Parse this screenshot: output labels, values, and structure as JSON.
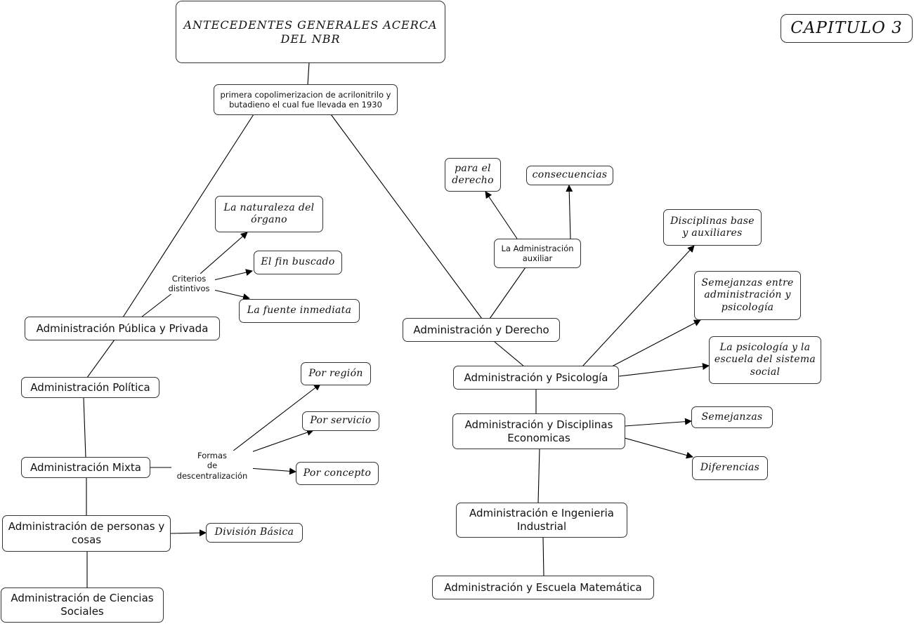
{
  "chapter": "CAPITULO 3",
  "nodes": {
    "title": "ANTECEDENTES GENERALES ACERCA DEL NBR",
    "primera": "primera copolimerizacion de acrilonitrilo y butadieno el cual fue llevada en 1930",
    "adm_publica": "Administración Pública y Privada",
    "adm_politica": "Administración Política",
    "adm_mixta": "Administración Mixta",
    "adm_personas": "Administración de personas y cosas",
    "adm_ciencias": "Administración de Ciencias Sociales",
    "naturaleza": "La naturaleza del órgano",
    "fin": "El fin buscado",
    "fuente": "La fuente inmediata",
    "por_region": "Por región",
    "por_servicio": "Por servicio",
    "por_concepto": "Por concepto",
    "division": "División Básica",
    "adm_derecho": "Administración y Derecho",
    "adm_auxiliar": "La Administración auxiliar",
    "para_derecho": "para el derecho",
    "consecuencias": "consecuencias",
    "adm_psicologia": "Administración y Psicología",
    "disciplinas_base": "Disciplinas base y auxiliares",
    "semejanzas_adm": "Semejanzas entre administración y psicología",
    "psicologia_escuela": "La psicología y la escuela del sistema social",
    "adm_economicas": "Administración y Disciplinas Economicas",
    "semejanzas": "Semejanzas",
    "diferencias": "Diferencias",
    "adm_ingenieria": "Administración e Ingenieria Industrial",
    "adm_matematica": "Administración y Escuela Matemática"
  },
  "labels": {
    "criterios": "Criterios\ndistintivos",
    "formas": "Formas\nde\ndescentralización"
  }
}
